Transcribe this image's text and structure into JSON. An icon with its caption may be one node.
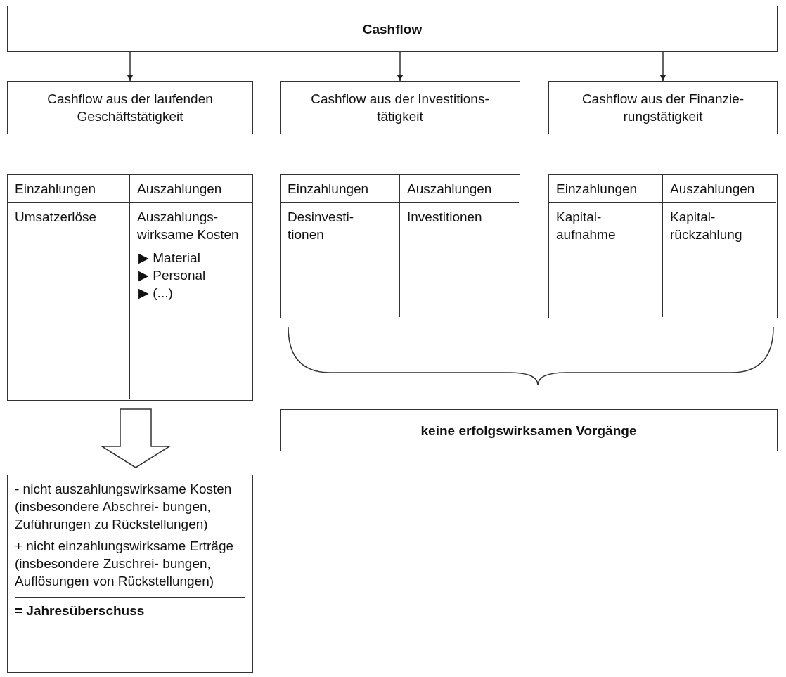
{
  "diagram": {
    "nodes": [
      {
        "text": [
          "Cashflow"
        ]
      },
      {
        "text": [
          "Cashflow aus der laufenden Geschäftstätigkeit"
        ]
      },
      {
        "text": [
          "Cashflow aus der Investitions- tätigkeit"
        ]
      },
      {
        "text": [
          "Cashflow aus der Finanzie- rungstätigkeit"
        ]
      },
      {
        "text": [],
        "shape": "box"
      },
      {
        "text": [
          "Einzahlungen"
        ],
        "in": 4
      },
      {
        "text": [
          "Auszahlungen"
        ],
        "in": 4
      },
      {
        "text": [
          "Umsatzerlöse"
        ],
        "in": 4
      },
      {
        "text": [
          "Auszahlungs- wirksame Kosten",
          "▶ Material",
          "▶ Personal",
          "▶ (...)"
        ],
        "in": 4
      },
      {
        "text": [],
        "shape": "box"
      },
      {
        "text": [
          "Einzahlungen"
        ],
        "in": 9
      },
      {
        "text": [
          "Auszahlungen"
        ],
        "in": 9
      },
      {
        "text": [
          "Desinvesti- tionen"
        ],
        "in": 9
      },
      {
        "text": [
          "Investitionen"
        ],
        "in": 9
      },
      {
        "text": [],
        "shape": "box"
      },
      {
        "text": [
          "Einzahlungen"
        ],
        "in": 14
      },
      {
        "text": [
          "Auszahlungen"
        ],
        "in": 14
      },
      {
        "text": [
          "Kapital- aufnahme"
        ],
        "in": 14
      },
      {
        "text": [
          "Kapital- rückzahlung"
        ],
        "in": 14
      },
      {
        "text": [
          "keine erfolgswirksamen Vorgänge"
        ]
      },
      {
        "text": [
          "- nicht auszahlungswirksame Kosten (insbesondere Abschrei- bungen, Zuführungen zu Rückstellungen)",
          "+ nicht einzahlungswirksame Erträge (insbesondere Zuschrei- bungen, Auflösungen von Rückstellungen)",
          "= Jahresüberschuss"
        ]
      }
    ],
    "edges": [
      {
        "from": 0,
        "to": 1,
        "arrow": "to"
      },
      {
        "from": 0,
        "to": 2,
        "arrow": "to"
      },
      {
        "from": 0,
        "to": 3,
        "arrow": "to"
      },
      {
        "from": 4,
        "to": 20,
        "arrow": "to",
        "style": "thick"
      }
    ]
  }
}
